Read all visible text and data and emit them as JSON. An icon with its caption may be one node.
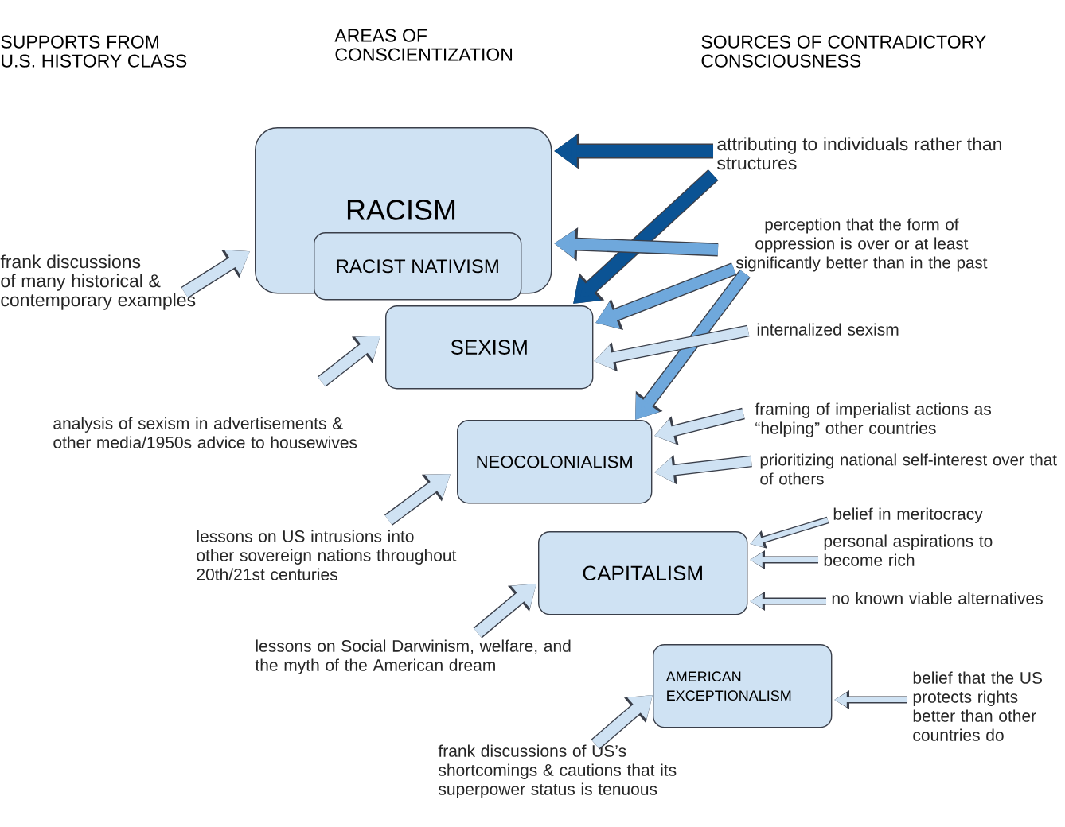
{
  "diagram": {
    "nodes": [
      {
        "text": [
          "RACISM"
        ]
      },
      {
        "text": [
          "RACIST NATIVISM"
        ],
        "in": 0
      },
      {
        "text": [
          "SEXISM"
        ]
      },
      {
        "text": [
          "NEOCOLONIALISM"
        ]
      },
      {
        "text": [
          "CAPITALISM"
        ]
      },
      {
        "text": [
          "AMERICAN EXCEPTIONALISM"
        ]
      },
      {
        "text": [
          "frank discussions of many historical & contemporary examples"
        ]
      },
      {
        "text": [
          "analysis of sexism in advertisements & other media/1950s advice to housewives"
        ]
      },
      {
        "text": [
          "lessons on US intrusions into other sovereign nations throughout 20th/21st centuries"
        ]
      },
      {
        "text": [
          "lessons on Social Darwinism, welfare, and the myth of the American dream"
        ]
      },
      {
        "text": [
          "frank discussions of US’s shortcomings & cautions that its superpower status is tenuous"
        ]
      },
      {
        "text": [
          "attributing to individuals rather than structures"
        ]
      },
      {
        "text": [
          "perception that the form of oppression is over or at least significantly better than in the past"
        ]
      },
      {
        "text": [
          "internalized sexism"
        ]
      },
      {
        "text": [
          "framing of imperialist actions as “helping” other countries"
        ]
      },
      {
        "text": [
          "prioritizing national self-interest over that of others"
        ]
      },
      {
        "text": [
          "belief in meritocracy"
        ]
      },
      {
        "text": [
          "personal aspirations to become rich"
        ]
      },
      {
        "text": [
          "no known viable alternatives"
        ]
      },
      {
        "text": [
          "belief that the US protects rights better than other countries do"
        ]
      }
    ],
    "edges": [
      {
        "from": 6,
        "to": 0,
        "arrow": "to"
      },
      {
        "from": 7,
        "to": 2,
        "arrow": "to"
      },
      {
        "from": 8,
        "to": 3,
        "arrow": "to"
      },
      {
        "from": 9,
        "to": 4,
        "arrow": "to"
      },
      {
        "from": 10,
        "to": 5,
        "arrow": "to"
      },
      {
        "from": 11,
        "to": 0,
        "arrow": "to",
        "color": "#0b5394"
      },
      {
        "from": 11,
        "to": 2,
        "arrow": "to",
        "color": "#0b5394"
      },
      {
        "from": 12,
        "to": 0,
        "arrow": "to",
        "color": "#6fa8dc"
      },
      {
        "from": 12,
        "to": 2,
        "arrow": "to",
        "color": "#6fa8dc"
      },
      {
        "from": 12,
        "to": 3,
        "arrow": "to",
        "color": "#6fa8dc"
      },
      {
        "from": 13,
        "to": 2,
        "arrow": "to"
      },
      {
        "from": 14,
        "to": 3,
        "arrow": "to"
      },
      {
        "from": 15,
        "to": 3,
        "arrow": "to"
      },
      {
        "from": 16,
        "to": 4,
        "arrow": "to"
      },
      {
        "from": 17,
        "to": 4,
        "arrow": "to"
      },
      {
        "from": 18,
        "to": 4,
        "arrow": "to"
      },
      {
        "from": 19,
        "to": 5,
        "arrow": "to"
      }
    ],
    "labels": [
      "SUPPORTS FROM U.S. HISTORY CLASS",
      "AREAS OF CONSCIENTIZATION",
      "SOURCES OF CONTRADICTORY CONSCIOUSNESS"
    ]
  }
}
